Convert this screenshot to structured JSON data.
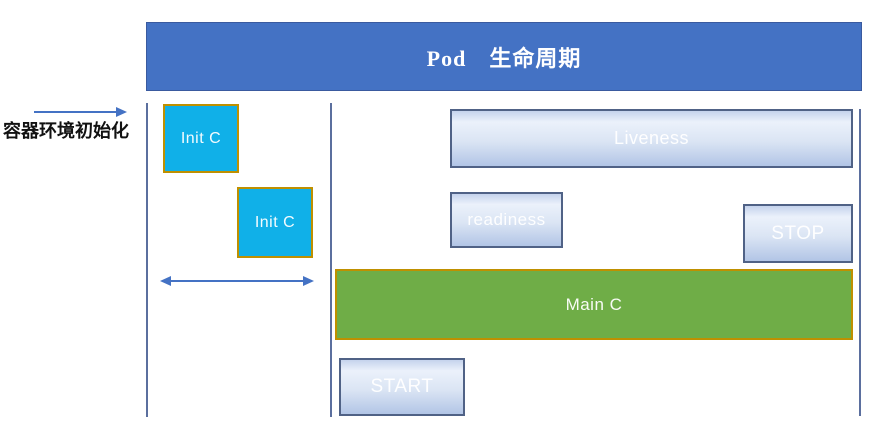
{
  "header": {
    "title": "Pod　生命周期"
  },
  "annotations": {
    "env_init_label": "容器环境初始化"
  },
  "boxes": {
    "init1": "Init C",
    "init2": "Init C",
    "liveness": "Liveness",
    "readiness": "readiness",
    "stop": "STOP",
    "main": "Main C",
    "start": "START"
  },
  "icons": {
    "env_init_arrow": "arrow-right-icon",
    "init_span_arrow": "double-arrow-icon"
  },
  "colors": {
    "banner_fill": "#4472C4",
    "banner_border": "#3A5A9F",
    "cyan_fill": "#10B0E8",
    "green_fill": "#6FAD47",
    "olive_border": "#BF9000",
    "grad_border": "#506286",
    "gradient_top": "#C5D3EC",
    "gradient_bottom": "#B2C5E6",
    "line_color": "#5B6F9E",
    "arrow_color": "#4472C4",
    "title_text": "#FFFFFF",
    "label_text": "#111111"
  }
}
